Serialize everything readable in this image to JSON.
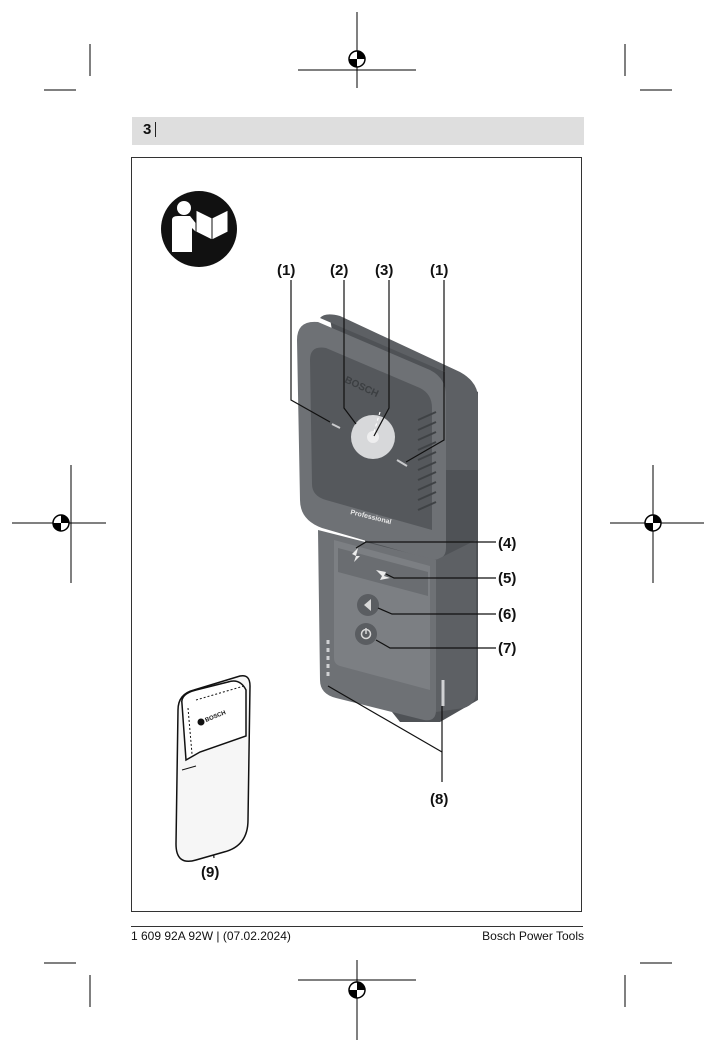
{
  "header": {
    "page_number": "3"
  },
  "callouts": {
    "c1a": "(1)",
    "c2": "(2)",
    "c3": "(3)",
    "c1b": "(1)",
    "c4": "(4)",
    "c5": "(5)",
    "c6": "(6)",
    "c7": "(7)",
    "c8": "(8)",
    "c9": "(9)"
  },
  "device": {
    "brand": "BOSCH",
    "model": "Professional"
  },
  "pouch": {
    "brand": "BOSCH"
  },
  "footer": {
    "doc_id": "1 609 92A 92W | (07.02.2024)",
    "publisher": "Bosch Power Tools"
  },
  "icons": [
    "crop-mark",
    "registration-mark",
    "read-manual-icon",
    "power-icon",
    "sound-icon",
    "warning-icon",
    "metal-icon"
  ]
}
